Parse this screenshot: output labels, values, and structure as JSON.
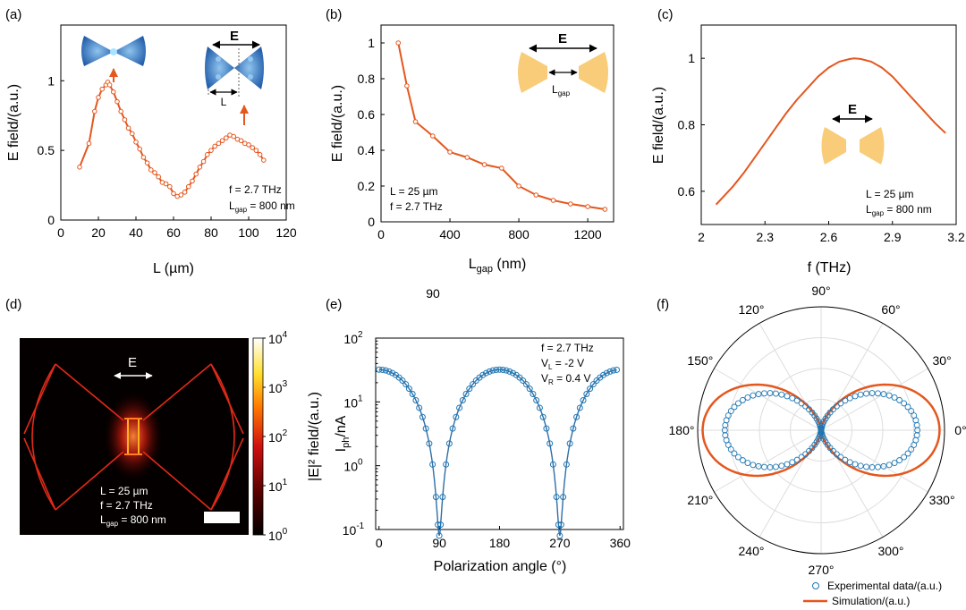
{
  "colors": {
    "orange": "#e4571e",
    "blue": "#1f77b4",
    "orange_fill": "#f8cc78",
    "blue_sim": "#2e6ea8"
  },
  "stray_label": "90",
  "chart_data": [
    {
      "panel": "(a)",
      "type": "line",
      "xlabel": "L (µm)",
      "ylabel": "E field/(a.u.)",
      "xlim": [
        0,
        120
      ],
      "ylim": [
        0,
        1.4
      ],
      "xticks": [
        0,
        20,
        40,
        60,
        80,
        100,
        120
      ],
      "yticks": [
        0,
        0.5,
        1
      ],
      "ytick_labels": [
        "0",
        "0.5",
        "1"
      ],
      "x": [
        10,
        15,
        18,
        20,
        22,
        24,
        25,
        26,
        28,
        30,
        32,
        34,
        36,
        38,
        40,
        42,
        44,
        46,
        48,
        50,
        52,
        54,
        56,
        58,
        60,
        62,
        64,
        66,
        68,
        70,
        72,
        74,
        76,
        78,
        80,
        82,
        84,
        86,
        88,
        90,
        92,
        94,
        96,
        98,
        100,
        102,
        104,
        106,
        108
      ],
      "y": [
        0.38,
        0.55,
        0.78,
        0.88,
        0.94,
        0.97,
        0.99,
        0.97,
        0.92,
        0.85,
        0.78,
        0.72,
        0.66,
        0.62,
        0.56,
        0.51,
        0.45,
        0.41,
        0.36,
        0.34,
        0.31,
        0.27,
        0.26,
        0.24,
        0.19,
        0.17,
        0.18,
        0.2,
        0.24,
        0.28,
        0.33,
        0.38,
        0.42,
        0.47,
        0.5,
        0.53,
        0.55,
        0.57,
        0.59,
        0.61,
        0.6,
        0.58,
        0.57,
        0.55,
        0.54,
        0.52,
        0.5,
        0.47,
        0.43
      ],
      "annotation": [
        "f = 2.7 THz",
        "L",
        "gap",
        " = 800 nm"
      ],
      "inset_labels": [
        "E",
        "L"
      ]
    },
    {
      "panel": "(b)",
      "type": "line",
      "xlabel": "L",
      "xlabel_sub": "gap",
      "xlabel_suffix": " (nm)",
      "ylabel": "E field/(a.u.)",
      "xlim": [
        0,
        1350
      ],
      "ylim": [
        0,
        1.1
      ],
      "xticks": [
        0,
        400,
        800,
        1200
      ],
      "yticks": [
        0,
        0.2,
        0.4,
        0.6,
        0.8,
        1
      ],
      "ytick_labels": [
        "0",
        "0.2",
        "0.4",
        "0.6",
        "0.8",
        "1"
      ],
      "x": [
        100,
        150,
        200,
        300,
        400,
        500,
        600,
        700,
        800,
        900,
        1000,
        1100,
        1200,
        1300
      ],
      "y": [
        1.0,
        0.76,
        0.56,
        0.48,
        0.39,
        0.36,
        0.32,
        0.3,
        0.2,
        0.15,
        0.12,
        0.1,
        0.085,
        0.07
      ],
      "annotation": [
        "L = 25 µm",
        "f = 2.7 THz"
      ],
      "inset_labels": [
        "E",
        "L",
        "gap"
      ]
    },
    {
      "panel": "(c)",
      "type": "line",
      "xlabel": "f (THz)",
      "ylabel": "E field/(a.u.)",
      "xlim": [
        2.0,
        3.2
      ],
      "ylim": [
        0.5,
        1.1
      ],
      "xticks": [
        2,
        2.3,
        2.6,
        2.9,
        3.2
      ],
      "xtick_labels": [
        "2",
        "2.3",
        "2.6",
        "2.9",
        "3.2"
      ],
      "yticks": [
        0.6,
        0.8,
        1
      ],
      "ytick_labels": [
        "0.6",
        "0.8",
        "1"
      ],
      "x": [
        2.07,
        2.15,
        2.2,
        2.25,
        2.3,
        2.35,
        2.4,
        2.45,
        2.5,
        2.55,
        2.6,
        2.65,
        2.7,
        2.72,
        2.75,
        2.8,
        2.85,
        2.9,
        2.95,
        3.0,
        3.05,
        3.1,
        3.15
      ],
      "y": [
        0.56,
        0.615,
        0.655,
        0.7,
        0.745,
        0.79,
        0.835,
        0.875,
        0.91,
        0.945,
        0.972,
        0.99,
        0.998,
        1.0,
        0.998,
        0.99,
        0.972,
        0.945,
        0.91,
        0.875,
        0.84,
        0.805,
        0.775
      ],
      "annotation": [
        "L = 25 µm",
        "L",
        "gap",
        " = 800 nm"
      ],
      "inset_labels": [
        "E"
      ]
    },
    {
      "panel": "(d)",
      "type": "heatmap",
      "colorbar_label": "|E|² field/(a.u.)",
      "colorbar_ticks": [
        "0",
        "1",
        "2",
        "3",
        "4"
      ],
      "colorbar_base": "10",
      "annotation": [
        "L = 25 µm",
        "f = 2.7 THz",
        "L",
        "gap",
        " = 800 nm"
      ],
      "inset_labels": [
        "E"
      ]
    },
    {
      "panel": "(e)",
      "type": "scatter",
      "xlabel": "Polarization angle (°)",
      "ylabel": "I",
      "ylabel_sub": "ph",
      "ylabel_suffix": "/nA",
      "yscale": "log",
      "xlim": [
        -5,
        365
      ],
      "ylim": [
        0.1,
        100
      ],
      "xticks": [
        0,
        90,
        180,
        270,
        360
      ],
      "ytick_exp": [
        "-1",
        "0",
        "1",
        "2"
      ],
      "ytick_base": "10",
      "amplitude": 32.0,
      "offset": 0.08,
      "x": [
        0,
        5,
        10,
        15,
        20,
        25,
        30,
        35,
        40,
        45,
        50,
        55,
        60,
        65,
        70,
        75,
        80,
        85,
        88,
        90,
        92,
        95,
        100,
        105,
        110,
        115,
        120,
        125,
        130,
        135,
        140,
        145,
        150,
        155,
        160,
        165,
        170,
        175,
        180,
        185,
        190,
        195,
        200,
        205,
        210,
        215,
        220,
        225,
        230,
        235,
        240,
        245,
        250,
        255,
        260,
        265,
        268,
        270,
        272,
        275,
        280,
        285,
        290,
        295,
        300,
        305,
        310,
        315,
        320,
        325,
        330,
        335,
        340,
        345,
        350,
        355
      ],
      "annotation": [
        "f = 2.7 THz",
        "V",
        "L",
        " = -2 V",
        "V",
        "R",
        " = 0.4 V"
      ]
    },
    {
      "panel": "(f)",
      "type": "polar",
      "angle_labels": [
        "0°",
        "30°",
        "60°",
        "90°",
        "120°",
        "150°",
        "180°",
        "210°",
        "240°",
        "270°",
        "300°",
        "330°"
      ],
      "experimental_lobe": 0.78,
      "simulation_lobe": 0.96,
      "series": [
        {
          "name": "Experimental data/(a.u.)",
          "marker": "circle"
        },
        {
          "name": "Simulation/(a.u.)",
          "marker": "line"
        }
      ]
    }
  ]
}
